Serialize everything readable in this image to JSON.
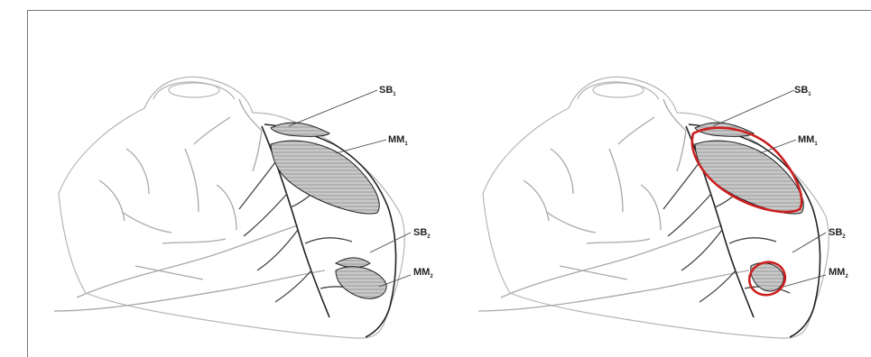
{
  "colors": {
    "outline": "#222222",
    "vessel": "#9a9a9a",
    "hatch_fill": "#bdbdbd",
    "highlight": "#cc1f1f",
    "frame": "#777777"
  },
  "panels": [
    {
      "name": "left-heart",
      "labels": [
        {
          "key": "sb1",
          "main": "SB",
          "sub": "1"
        },
        {
          "key": "mm1",
          "main": "MM",
          "sub": "1"
        },
        {
          "key": "sb2",
          "main": "SB",
          "sub": "2"
        },
        {
          "key": "mm2",
          "main": "MM",
          "sub": "2"
        }
      ],
      "highlighted": false
    },
    {
      "name": "right-heart",
      "labels": [
        {
          "key": "sb1",
          "main": "SB",
          "sub": "1"
        },
        {
          "key": "mm1",
          "main": "MM",
          "sub": "1"
        },
        {
          "key": "sb2",
          "main": "SB",
          "sub": "2"
        },
        {
          "key": "mm2",
          "main": "MM",
          "sub": "2"
        }
      ],
      "highlighted": true
    }
  ]
}
